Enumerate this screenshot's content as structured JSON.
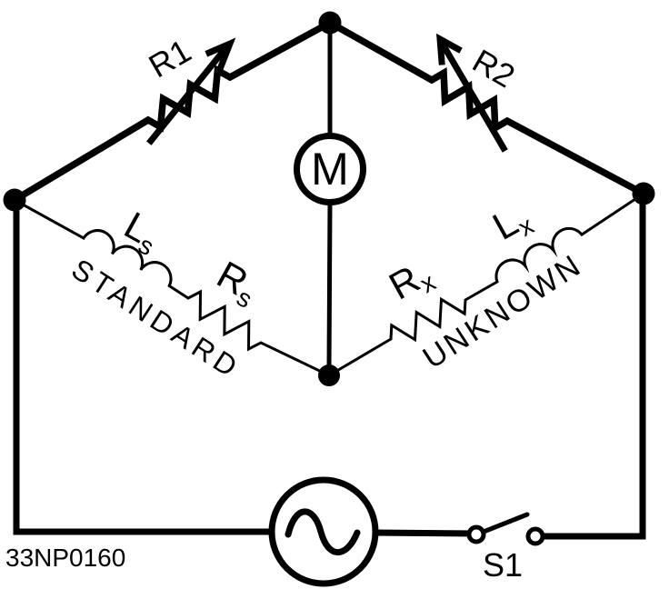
{
  "figure": {
    "number": "33NP0160",
    "background_color": "#ffffff",
    "line_color": "#000000"
  },
  "bridge": {
    "arm_top_left": {
      "label": "R1",
      "type": "variable-resistor"
    },
    "arm_top_right": {
      "label": "R2",
      "type": "variable-resistor"
    },
    "meter": {
      "label": "M",
      "type": "meter"
    },
    "standard_branch": {
      "caption": "STANDARD",
      "inductor": {
        "symbol": "L",
        "subscript": "s"
      },
      "resistor": {
        "symbol": "R",
        "subscript": "s"
      }
    },
    "unknown_branch": {
      "caption": "UNKNOWN",
      "resistor": {
        "symbol": "R",
        "subscript": "x"
      },
      "inductor": {
        "symbol": "L",
        "subscript": "x"
      }
    }
  },
  "source": {
    "type": "ac-sine-source"
  },
  "switch": {
    "label": "S1"
  }
}
